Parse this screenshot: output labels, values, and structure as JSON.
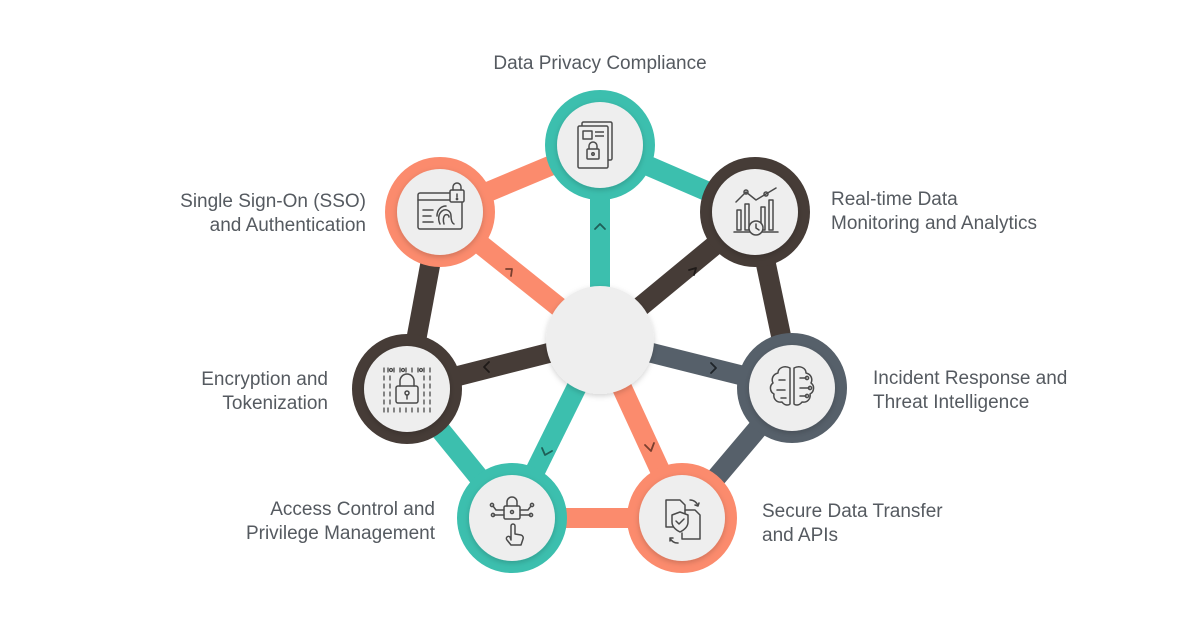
{
  "colors": {
    "teal": "#3cbfae",
    "salmon": "#fb8b6d",
    "dark_brown": "#463c37",
    "slate": "#56606a",
    "hub_fill": "#eeeeee",
    "icon_stroke": "#4a4a4a"
  },
  "nodes": [
    {
      "id": "data-privacy",
      "icon": "locked-documents-icon",
      "color": "teal",
      "label": [
        "Data Privacy Compliance"
      ]
    },
    {
      "id": "realtime-monitoring",
      "icon": "analytics-chart-icon",
      "color": "dark_brown",
      "label": [
        "Real-time Data",
        "Monitoring and Analytics"
      ]
    },
    {
      "id": "incident-response",
      "icon": "brain-circuit-icon",
      "color": "slate",
      "label": [
        "Incident Response and",
        "Threat Intelligence"
      ]
    },
    {
      "id": "secure-transfer",
      "icon": "shield-document-transfer-icon",
      "color": "salmon",
      "label": [
        "Secure Data Transfer",
        "and APIs"
      ]
    },
    {
      "id": "access-control",
      "icon": "circuit-lock-touch-icon",
      "color": "teal",
      "label": [
        "Access Control and",
        "Privilege Management"
      ]
    },
    {
      "id": "encryption",
      "icon": "binary-lock-icon",
      "color": "dark_brown",
      "label": [
        "Encryption and",
        "Tokenization"
      ]
    },
    {
      "id": "sso",
      "icon": "fingerprint-login-icon",
      "color": "salmon",
      "label": [
        "Single Sign-On (SSO)",
        "and Authentication"
      ]
    }
  ]
}
